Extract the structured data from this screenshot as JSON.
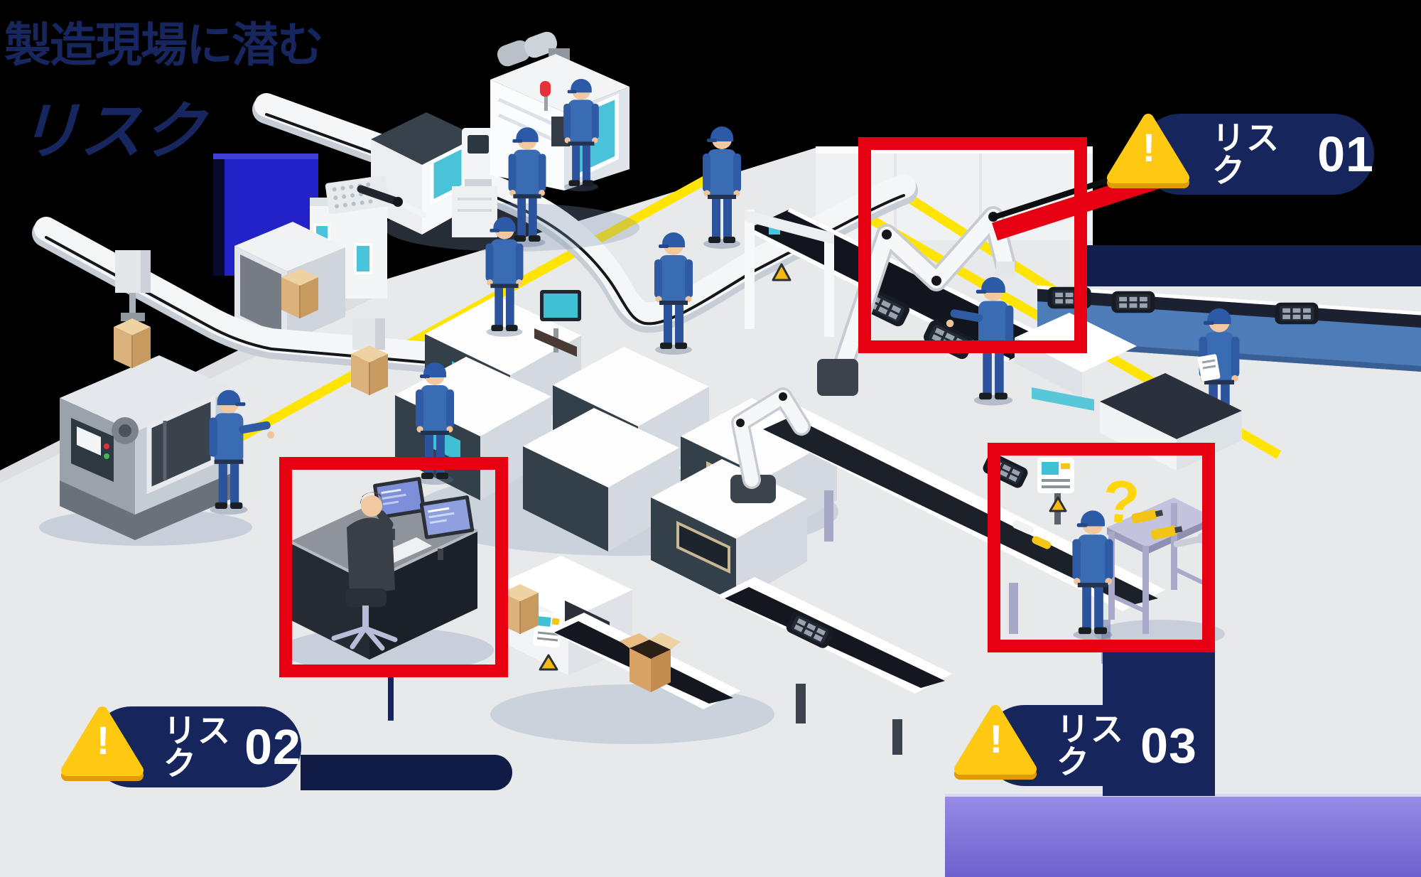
{
  "page": {
    "background": "#000000"
  },
  "title": {
    "line1": "製造現場に潜む",
    "line2": "リスク"
  },
  "risk_badges": [
    {
      "label": "リスク",
      "number": "01"
    },
    {
      "label": "リスク",
      "number": "02"
    },
    {
      "label": "リスク",
      "number": "03"
    }
  ],
  "scene": {
    "question_mark": "?",
    "exclamation": "!"
  },
  "colors": {
    "accent_red": "#e60012",
    "badge_navy": "#16265c",
    "warning_yellow": "#ffc913",
    "warning_yellow_shadow": "#e09c08",
    "floor": "#e8e9eb",
    "floor_line_yellow": "#ffe400",
    "purple_band_top": "#978ce6",
    "purple_band_bottom": "#6c5fce",
    "conveyor_blue": "#4e7cb9",
    "machine_dark_panel": "#333f49",
    "belt_dark": "#14171f",
    "worker_blue": "#3a6cb4",
    "screen_teal": "#3fc0d4",
    "carton_tan": "#dcb27c",
    "title_navy": "#17265e"
  }
}
